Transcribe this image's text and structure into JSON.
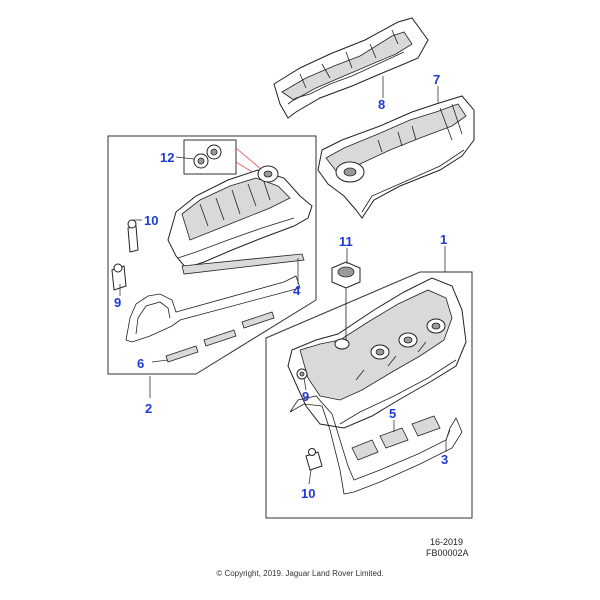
{
  "callouts": [
    {
      "id": "c1",
      "label": "1"
    },
    {
      "id": "c2",
      "label": "2"
    },
    {
      "id": "c3",
      "label": "3"
    },
    {
      "id": "c4",
      "label": "4"
    },
    {
      "id": "c5",
      "label": "5"
    },
    {
      "id": "c6",
      "label": "6"
    },
    {
      "id": "c7",
      "label": "7"
    },
    {
      "id": "c8",
      "label": "8"
    },
    {
      "id": "c9a",
      "label": "9"
    },
    {
      "id": "c9b",
      "label": "9"
    },
    {
      "id": "c10a",
      "label": "10"
    },
    {
      "id": "c10b",
      "label": "10"
    },
    {
      "id": "c11",
      "label": "11"
    },
    {
      "id": "c12",
      "label": "12"
    }
  ],
  "reference": {
    "date_code": "16-2019",
    "figure_code": "FB00002A"
  },
  "copyright": "© Copyright, 2019. Jaguar Land Rover Limited.",
  "colors": {
    "callout": "#1f3bd6",
    "line": "#222222",
    "accent": "#d33333"
  }
}
